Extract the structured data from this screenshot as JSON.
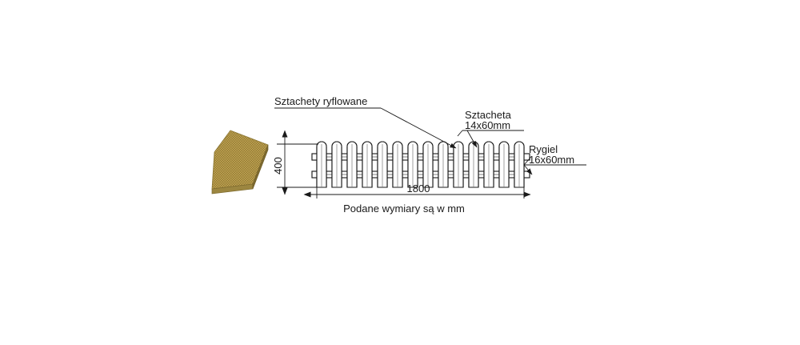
{
  "drawing": {
    "title_caption": "Podane wymiary są w mm",
    "units": "mm",
    "background_color": "#ffffff",
    "line_color": "#1a1a1a",
    "board_face_color": "#c3a355",
    "board_texture_dark": "#8a7634",
    "board_edge_color": "#9c8640"
  },
  "annotations": {
    "picket_profile": {
      "label": "Sztachety ryflowane"
    },
    "picket_size": {
      "line1": "Sztacheta",
      "line2": "14x60mm"
    },
    "rail_size": {
      "line1": "Rygiel",
      "line2": "16x60mm"
    }
  },
  "dimensions": {
    "height": {
      "value": "400",
      "orientation": "vertical"
    },
    "width": {
      "value": "1800",
      "orientation": "horizontal"
    }
  },
  "fence": {
    "picket_count": 14,
    "rail_count": 2
  }
}
